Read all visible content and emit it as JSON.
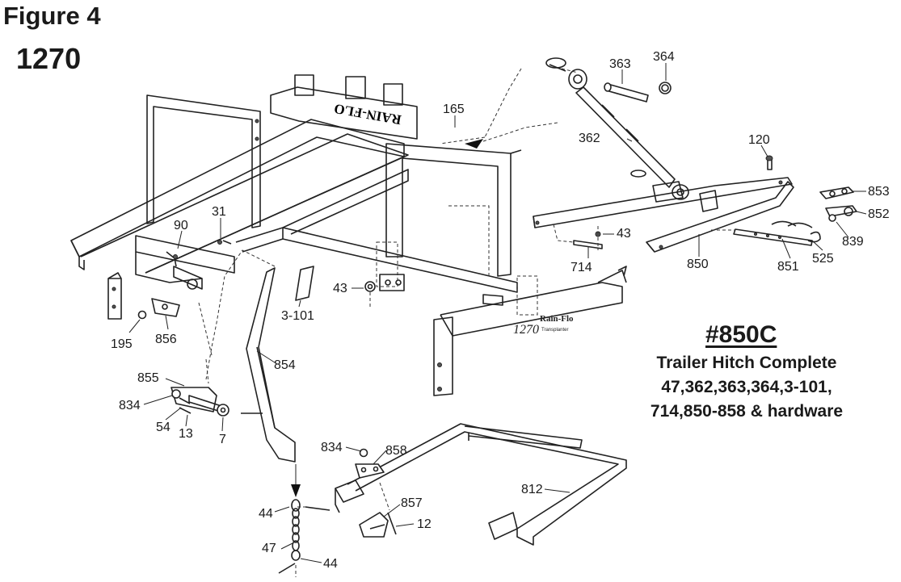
{
  "figure": {
    "label": "Figure 4",
    "model": "1270"
  },
  "kit": {
    "number": "#850C",
    "name": "Trailer Hitch Complete",
    "parts_line1": "47,362,363,364,3-101,",
    "parts_line2": "714,850-858 & hardware"
  },
  "frame_branding": {
    "top_plate": "RAIN-FLO",
    "side_model": "1270",
    "side_brand": "Rain-Flo",
    "side_small": "Transplanter"
  },
  "callouts": [
    {
      "id": "363",
      "text": "363"
    },
    {
      "id": "364",
      "text": "364"
    },
    {
      "id": "165",
      "text": "165"
    },
    {
      "id": "362",
      "text": "362"
    },
    {
      "id": "120",
      "text": "120"
    },
    {
      "id": "853",
      "text": "853"
    },
    {
      "id": "852",
      "text": "852"
    },
    {
      "id": "839",
      "text": "839"
    },
    {
      "id": "525",
      "text": "525"
    },
    {
      "id": "851",
      "text": "851"
    },
    {
      "id": "850",
      "text": "850"
    },
    {
      "id": "43a",
      "text": "43"
    },
    {
      "id": "714",
      "text": "714"
    },
    {
      "id": "90",
      "text": "90"
    },
    {
      "id": "31",
      "text": "31"
    },
    {
      "id": "43b",
      "text": "43"
    },
    {
      "id": "3-101",
      "text": "3-101"
    },
    {
      "id": "195",
      "text": "195"
    },
    {
      "id": "856",
      "text": "856"
    },
    {
      "id": "854",
      "text": "854"
    },
    {
      "id": "855",
      "text": "855"
    },
    {
      "id": "834a",
      "text": "834"
    },
    {
      "id": "54",
      "text": "54"
    },
    {
      "id": "13",
      "text": "13"
    },
    {
      "id": "7",
      "text": "7"
    },
    {
      "id": "834b",
      "text": "834"
    },
    {
      "id": "858",
      "text": "858"
    },
    {
      "id": "857",
      "text": "857"
    },
    {
      "id": "12",
      "text": "12"
    },
    {
      "id": "812",
      "text": "812"
    },
    {
      "id": "44a",
      "text": "44"
    },
    {
      "id": "47",
      "text": "47"
    },
    {
      "id": "44b",
      "text": "44"
    }
  ]
}
